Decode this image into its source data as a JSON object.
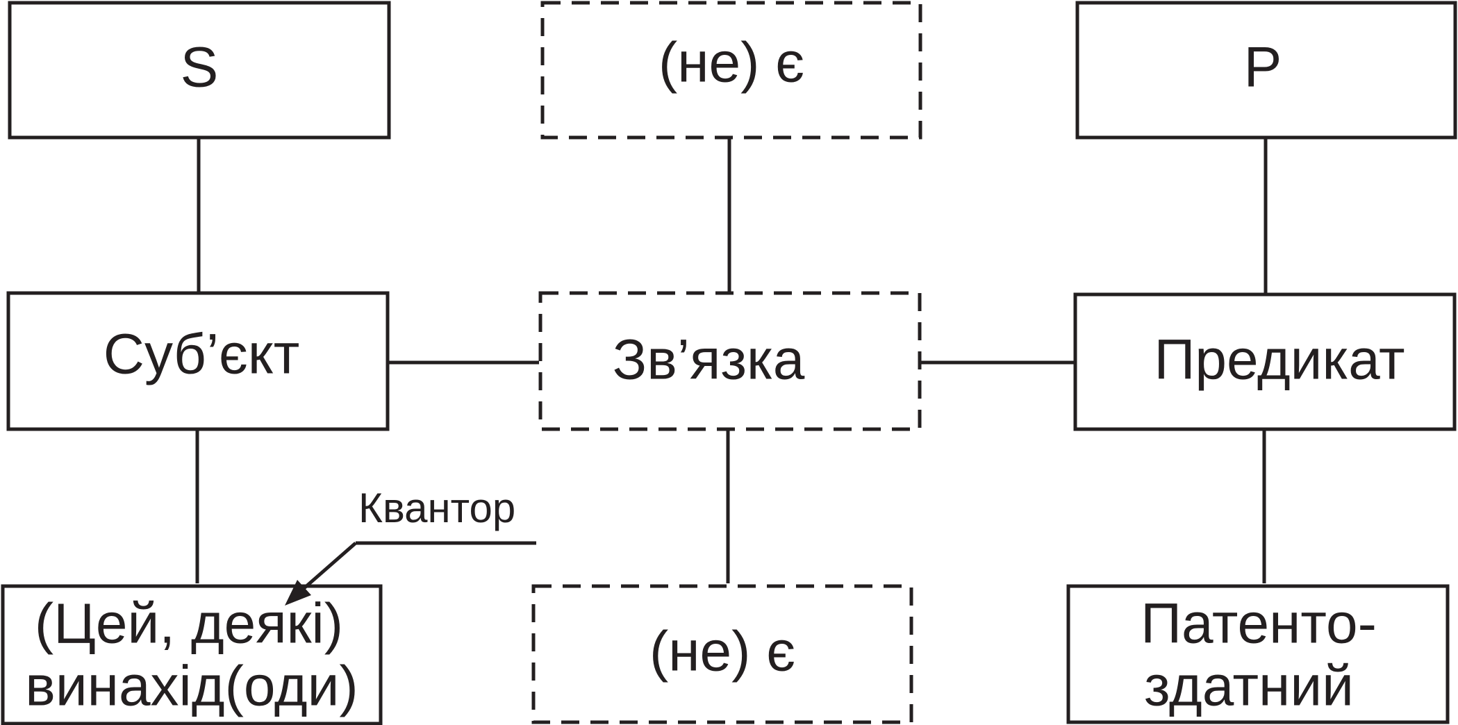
{
  "diagram": {
    "top_row": {
      "s_label": "S",
      "copula_top_label": "(не) є",
      "p_label": "P"
    },
    "middle_row": {
      "subject_label": "Суб’єкт",
      "copula_label": "Зв’язка",
      "predicate_label": "Предикат"
    },
    "bottom_row": {
      "subject_example_line1": "(Цей, деякі)",
      "subject_example_line2": "винахід(оди)",
      "copula_bottom_label": "(не) є",
      "predicate_example_line1": "Патенто-",
      "predicate_example_line2": "здатний"
    },
    "annotation": {
      "quantifier_label": "Квантор"
    }
  }
}
